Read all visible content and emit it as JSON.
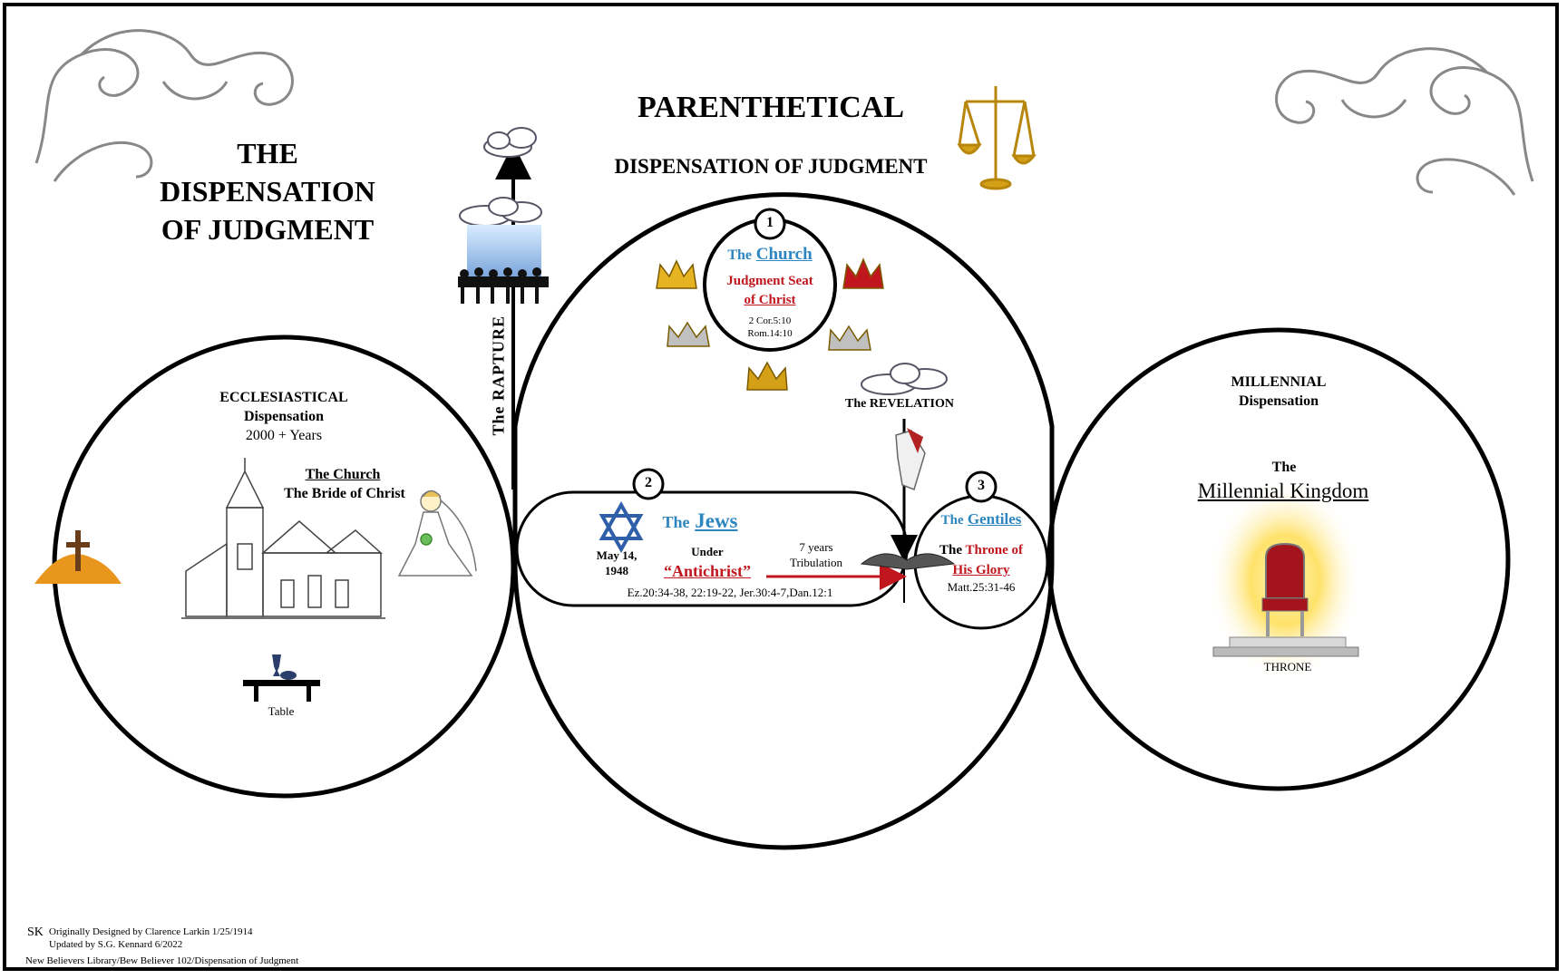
{
  "main_title": {
    "line1": "THE",
    "line2": "DISPENSATION",
    "line3": "OF JUDGMENT"
  },
  "parenthetical": {
    "title": "PARENTHETICAL",
    "subtitle": "DISPENSATION OF JUDGMENT"
  },
  "rapture": {
    "label": "The RAPTURE"
  },
  "ecclesiastical": {
    "title": "ECCLESIASTICAL",
    "subtitle": "Dispensation",
    "years": "2000 + Years",
    "church": "The Church",
    "bride": "The Bride of Christ",
    "table": "Table"
  },
  "church_seat": {
    "number": "1",
    "the": "The",
    "church": "Church",
    "seat_line1": "Judgment Seat",
    "seat_line2": "of Christ",
    "ref1": "2 Cor.5:10",
    "ref2": "Rom.14:10"
  },
  "revelation": {
    "label": "The REVELATION"
  },
  "jews": {
    "number": "2",
    "the": "The",
    "jews": "Jews",
    "date1": "May 14,",
    "date2": "1948",
    "under": "Under",
    "antichrist": "“Antichrist”",
    "trib1": "7 years",
    "trib2": "Tribulation",
    "refs": "Ez.20:34-38, 22:19-22, Jer.30:4-7,Dan.12:1"
  },
  "gentiles": {
    "number": "3",
    "the": "The",
    "gentiles": "Gentiles",
    "throne_the": "The",
    "throne_of": "Throne of",
    "glory": "His Glory",
    "ref": "Matt.25:31-46"
  },
  "millennial": {
    "title": "MILLENNIAL",
    "subtitle": "Dispensation",
    "the": "The",
    "kingdom": "Millennial Kingdom",
    "throne": "THRONE"
  },
  "footer": {
    "logo": "SK",
    "line1": "Originally Designed by Clarence Larkin 1/25/1914",
    "line2": "Updated by S.G. Kennard 6/2022",
    "line3": "New Believers Library/Bew Believer 102/Dispensation of Judgment"
  },
  "colors": {
    "blue": "#2e86c1",
    "red": "#c0161e",
    "gold": "#d4a017"
  }
}
